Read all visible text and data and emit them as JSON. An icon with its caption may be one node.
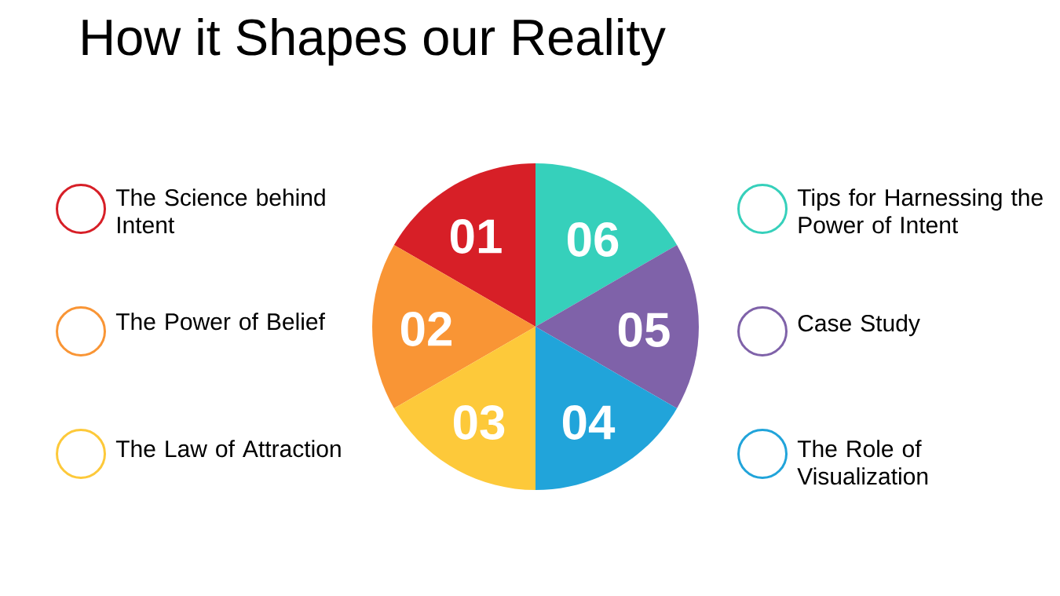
{
  "diagram": {
    "title": "How it Shapes our Reality",
    "nodes": [
      {
        "text": [],
        "shape": "circle",
        "beside": [
          "The Science behind Intent"
        ]
      },
      {
        "text": [],
        "shape": "circle",
        "beside": [
          "The Power of Belief"
        ]
      },
      {
        "text": [],
        "shape": "circle",
        "beside": [
          "The Law of Attraction"
        ]
      },
      {
        "text": [],
        "shape": "circle",
        "beside": [
          "Tips for Harnessing the Power of Intent"
        ]
      },
      {
        "text": [],
        "shape": "circle",
        "beside": [
          "Case Study"
        ]
      },
      {
        "text": [],
        "shape": "circle",
        "beside": [
          "The Role of Visualization"
        ]
      },
      {
        "text": [
          "01"
        ]
      },
      {
        "text": [
          "06"
        ]
      },
      {
        "text": [
          "02"
        ]
      },
      {
        "text": [
          "05"
        ]
      },
      {
        "text": [
          "03"
        ]
      },
      {
        "text": [
          "04"
        ]
      }
    ]
  }
}
